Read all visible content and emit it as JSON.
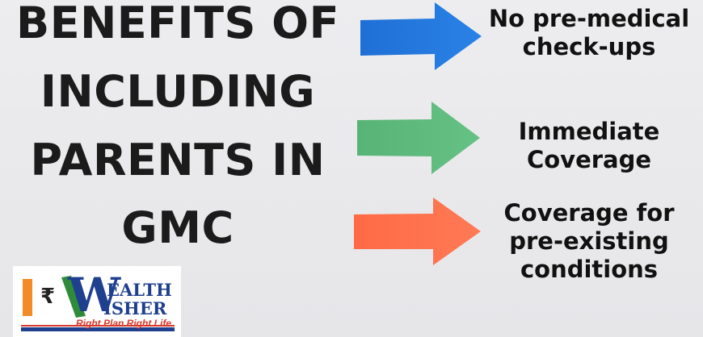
{
  "heading": {
    "line1": "BENEFITS OF",
    "line2": "INCLUDING",
    "line3": "PARENTS IN",
    "line4": "GMC"
  },
  "benefits": [
    {
      "line1": "No pre-medical",
      "line2": "check-ups",
      "line3": "",
      "arrow_color": "#1f6fd6",
      "arrow_icon": "arrow-right-icon"
    },
    {
      "line1": "Immediate",
      "line2": "Coverage",
      "line3": "",
      "arrow_color": "#5cb87a",
      "arrow_icon": "arrow-right-icon"
    },
    {
      "line1": "Coverage for",
      "line2": "pre-existing",
      "line3": "conditions",
      "arrow_color": "#ff6e4b",
      "arrow_icon": "arrow-right-icon"
    }
  ],
  "logo": {
    "currency_symbol": "₹",
    "initial": "W",
    "top_text": "EALTH",
    "bottom_text": "ISHER",
    "tagline": "Right Plan Right Life",
    "brand_color": "#1f3f8f",
    "accent_colors": [
      "#f28c28",
      "#2e8b3a",
      "#d83a2a"
    ]
  }
}
